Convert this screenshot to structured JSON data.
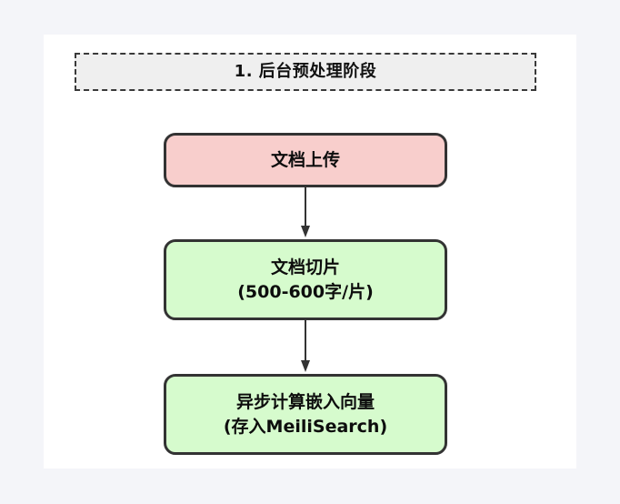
{
  "page": {
    "background_color": "#f4f5f9",
    "canvas_color": "#ffffff"
  },
  "stage": {
    "title": "1. 后台预处理阶段",
    "fill_color": "#efefef",
    "border_color": "#3a3a3a",
    "border_style": "dashed"
  },
  "nodes": [
    {
      "id": "document-upload",
      "lines": [
        "文档上传"
      ],
      "fill_color": "#f8cecc",
      "border_color": "#333333"
    },
    {
      "id": "document-chunking",
      "lines": [
        "文档切片",
        "(500-600字/片)"
      ],
      "fill_color": "#d6fbcd",
      "border_color": "#333333"
    },
    {
      "id": "async-embedding",
      "lines": [
        "异步计算嵌入向量",
        "(存入MeiliSearch)"
      ],
      "fill_color": "#d6fbcd",
      "border_color": "#333333"
    }
  ],
  "connectors": [
    {
      "id": "arrow-upload-to-chunking",
      "icon": "arrow-down-icon",
      "color": "#333333"
    },
    {
      "id": "arrow-chunking-to-embedding",
      "icon": "arrow-down-icon",
      "color": "#333333"
    }
  ]
}
